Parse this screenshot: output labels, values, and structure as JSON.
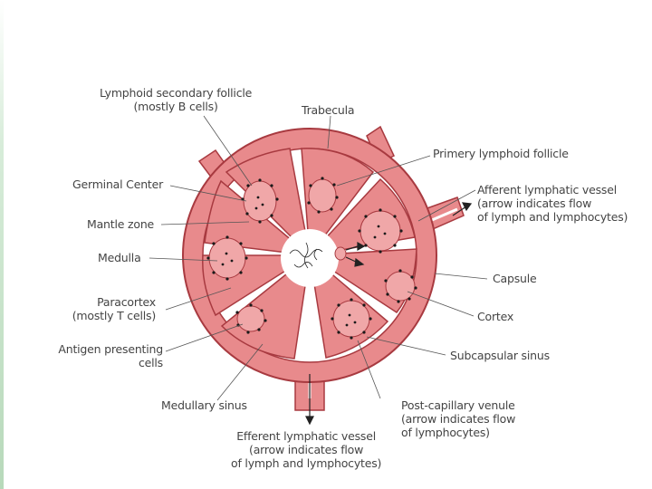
{
  "labels": {
    "lymphoid_secondary_follicle": [
      "Lymphoid secondary follicle",
      "(mostly B cells)"
    ],
    "trabecula": "Trabecula",
    "primary_lymphoid_follicle": "Primery lymphoid follicle",
    "germinal_center": "Germinal Center",
    "afferent_lymphatic_vessel": [
      "Afferent lymphatic vessel",
      "(arrow indicates flow",
      "of lymph and lymphocytes)"
    ],
    "mantle_zone": "Mantle zone",
    "medulla": "Medulla",
    "capsule": "Capsule",
    "paracortex": [
      "Paracortex",
      "(mostly T cells)"
    ],
    "cortex": "Cortex",
    "antigen_presenting_cells": [
      "Antigen presenting",
      "cells"
    ],
    "subcapsular_sinus": "Subcapsular sinus",
    "medullary_sinus": "Medullary sinus",
    "post_capillary_venule": [
      "Post-capillary venule",
      "(arrow indicates flow",
      "of lymphocytes)"
    ],
    "efferent_lymphatic_vessel": [
      "Efferent lymphatic vessel",
      "(arrow indicates flow",
      "of lymph and lymphocytes)"
    ]
  },
  "colors": {
    "tissue_fill": "#e88a8c",
    "tissue_stroke": "#a83a40",
    "sinus_fill": "#ffffff",
    "follicle_fill": "#f0a7a8",
    "dots": "#1a1a1a",
    "leader_line": "#555555"
  }
}
